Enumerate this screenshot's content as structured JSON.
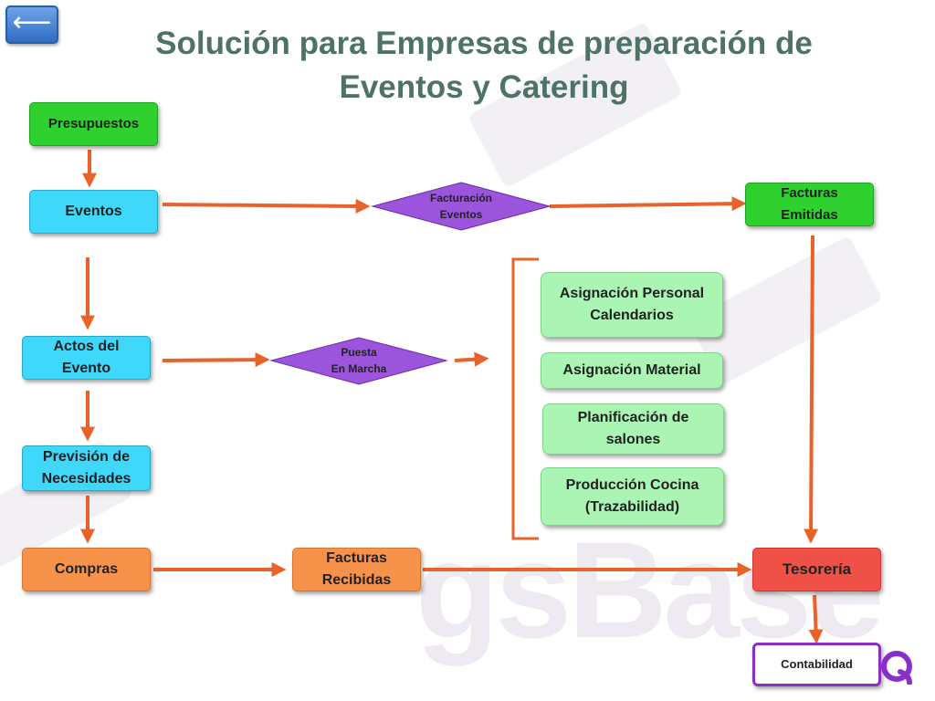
{
  "back_button": {
    "icon": "left-arrow-icon",
    "glyph": "⟵"
  },
  "title": {
    "line1": "Solución para Empresas de preparación de",
    "line2": "Eventos y Catering"
  },
  "nodes": {
    "presupuestos": "Presupuestos",
    "eventos": "Eventos",
    "facturacion_eventos": [
      "Facturación",
      "Eventos"
    ],
    "facturas_emitidas": [
      "Facturas",
      "Emitidas"
    ],
    "actos_del_evento": [
      "Actos del",
      "Evento"
    ],
    "puesta_en_marcha": [
      "Puesta",
      "En Marcha"
    ],
    "asignacion_personal": [
      "Asignación Personal",
      "Calendarios"
    ],
    "asignacion_material": "Asignación Material",
    "planificacion_salones": [
      "Planificación de",
      "salones"
    ],
    "produccion_cocina": [
      "Producción Cocina",
      "(Trazabilidad)"
    ],
    "prevision_necesidades": [
      "Previsión de",
      "Necesidades"
    ],
    "compras": "Compras",
    "facturas_recibidas": [
      "Facturas",
      "Recibidas"
    ],
    "tesoreria": "Tesorería",
    "contabilidad": "Contabilidad"
  },
  "colors": {
    "title": "#4e7265",
    "arrow": "#e8622a",
    "green": "#2ed12e",
    "cyan": "#3fd8fb",
    "light_green": "#aaf5b3",
    "orange": "#f7924a",
    "red": "#ef5146",
    "purple": "#9b55dd"
  },
  "watermark": "gsBase"
}
